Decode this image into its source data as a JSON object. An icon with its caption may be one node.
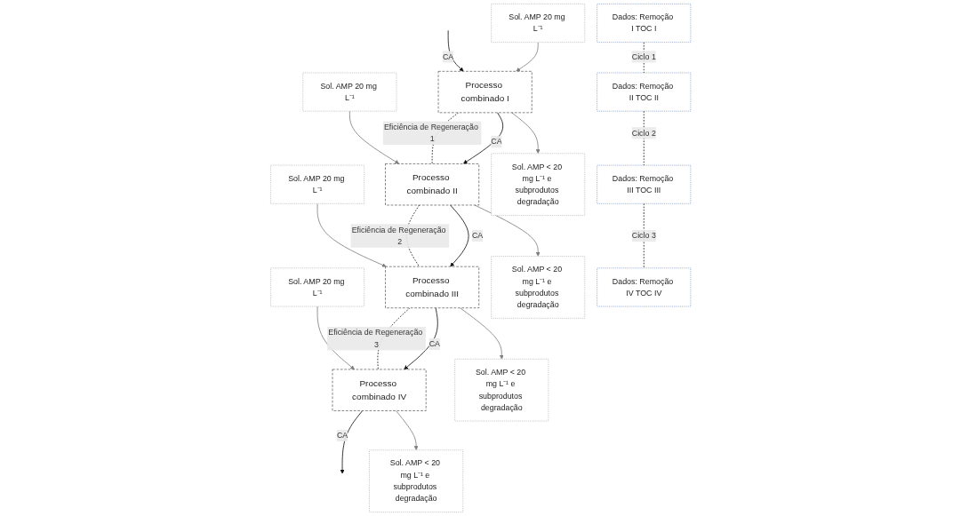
{
  "diagram": {
    "nodes": [
      {
        "text": [
          "Sol. AMP 20 mg L⁻¹"
        ]
      },
      {
        "text": [
          "Sol. AMP 20 mg L⁻¹"
        ]
      },
      {
        "text": [
          "Sol. AMP 20 mg L⁻¹"
        ]
      },
      {
        "text": [
          "Sol. AMP 20 mg L⁻¹"
        ]
      },
      {
        "text": [
          "Processo combinado I"
        ]
      },
      {
        "text": [
          "Processo combinado II"
        ]
      },
      {
        "text": [
          "Processo combinado III"
        ]
      },
      {
        "text": [
          "Processo combinado IV"
        ]
      },
      {
        "text": [
          "Sol. AMP < 20 mg L⁻¹ e subprodutos degradação"
        ]
      },
      {
        "text": [
          "Sol. AMP < 20 mg L⁻¹ e subprodutos degradação"
        ]
      },
      {
        "text": [
          "Sol. AMP < 20 mg L⁻¹ e subprodutos degradação"
        ]
      },
      {
        "text": [
          "Sol. AMP < 20 mg L⁻¹ e subprodutos degradação"
        ]
      },
      {
        "text": [
          "Dados: Remoção I TOC I"
        ]
      },
      {
        "text": [
          "Dados: Remoção II TOC II"
        ]
      },
      {
        "text": [
          "Dados: Remoção III TOC III"
        ]
      },
      {
        "text": [
          "Dados: Remoção IV TOC IV"
        ]
      }
    ],
    "edges": [
      {
        "from": null,
        "to": 4,
        "arrow": "to",
        "label": "CA"
      },
      {
        "from": 0,
        "to": 4,
        "arrow": "to",
        "color": "#7f7f7f"
      },
      {
        "from": 4,
        "to": 5,
        "arrow": "none",
        "label": "Eficiência de Regeneração 1",
        "style": "dashed"
      },
      {
        "from": 1,
        "to": 5,
        "arrow": "to",
        "color": "#7f7f7f"
      },
      {
        "from": 5,
        "to": 6,
        "arrow": "none",
        "label": "Eficiência de Regeneração 2",
        "style": "dashed"
      },
      {
        "from": 2,
        "to": 6,
        "arrow": "to",
        "color": "#7f7f7f"
      },
      {
        "from": 6,
        "to": 7,
        "arrow": "none",
        "label": "Eficiência de Regeneração 3",
        "style": "dashed"
      },
      {
        "from": 3,
        "to": 7,
        "arrow": "to",
        "color": "#7f7f7f"
      },
      {
        "from": 4,
        "to": 5,
        "arrow": "to",
        "label": "CA"
      },
      {
        "from": 5,
        "to": 6,
        "arrow": "to",
        "label": "CA"
      },
      {
        "from": 6,
        "to": 7,
        "arrow": "to",
        "label": "CA"
      },
      {
        "from": 7,
        "to": null,
        "arrow": "to",
        "label": "CA"
      },
      {
        "from": 4,
        "to": 8,
        "arrow": "to",
        "color": "#7f7f7f"
      },
      {
        "from": 5,
        "to": 9,
        "arrow": "to",
        "color": "#7f7f7f"
      },
      {
        "from": 6,
        "to": 10,
        "arrow": "to",
        "color": "#7f7f7f"
      },
      {
        "from": 7,
        "to": 11,
        "arrow": "to",
        "color": "#7f7f7f"
      },
      {
        "from": 12,
        "to": 13,
        "arrow": "none",
        "label": "Ciclo 1",
        "style": "dashed"
      },
      {
        "from": 13,
        "to": 14,
        "arrow": "none",
        "label": "Ciclo 2",
        "style": "dashed"
      },
      {
        "from": 14,
        "to": 15,
        "arrow": "none",
        "label": "Ciclo 3",
        "style": "dashed"
      }
    ]
  }
}
